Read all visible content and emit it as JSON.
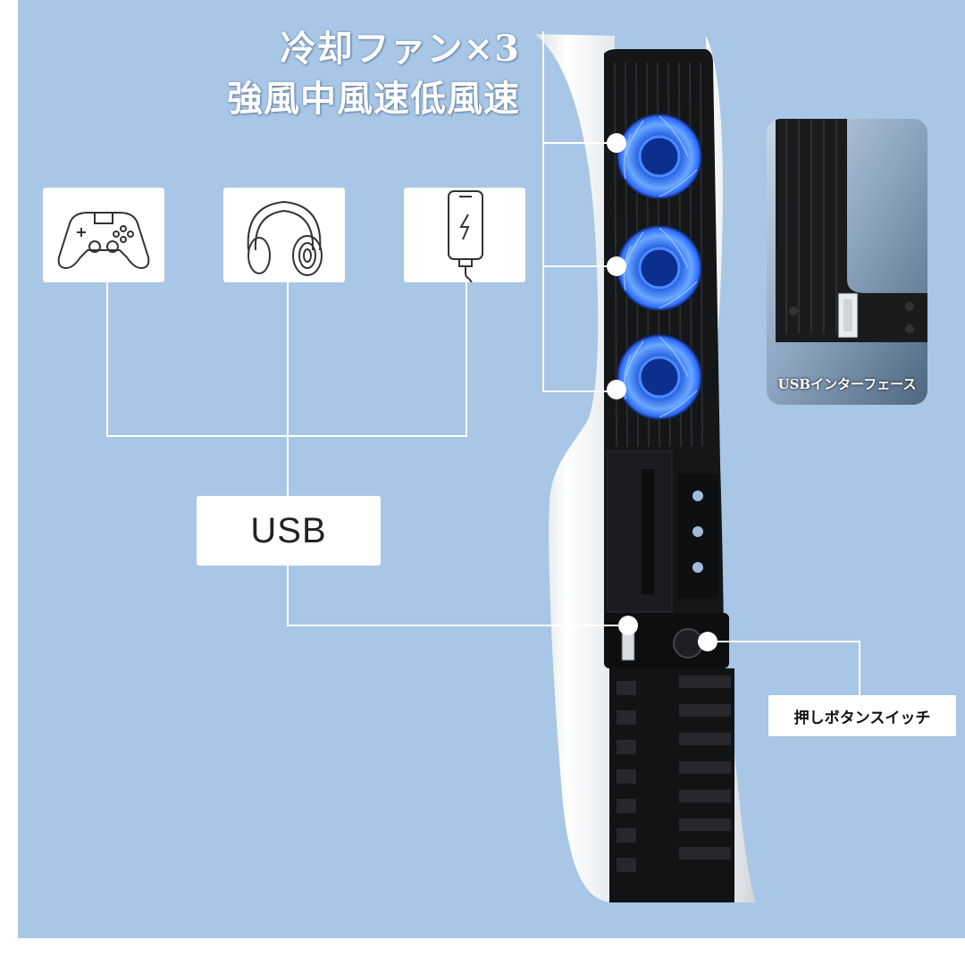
{
  "heading": {
    "line1": "冷却ファン×3",
    "line2": "強風中風速低風速"
  },
  "icons": [
    {
      "name": "gamepad-icon"
    },
    {
      "name": "headphones-icon"
    },
    {
      "name": "phone-charging-icon"
    }
  ],
  "labels": {
    "usb": "USB",
    "usb_interface": "USBインターフェース",
    "push_switch": "押しボタンスイッチ"
  },
  "colors": {
    "background": "#a8c6e6",
    "fan_glow": "#3a7bff",
    "console_white": "#f4f6f8",
    "cooler_black": "#151618"
  }
}
